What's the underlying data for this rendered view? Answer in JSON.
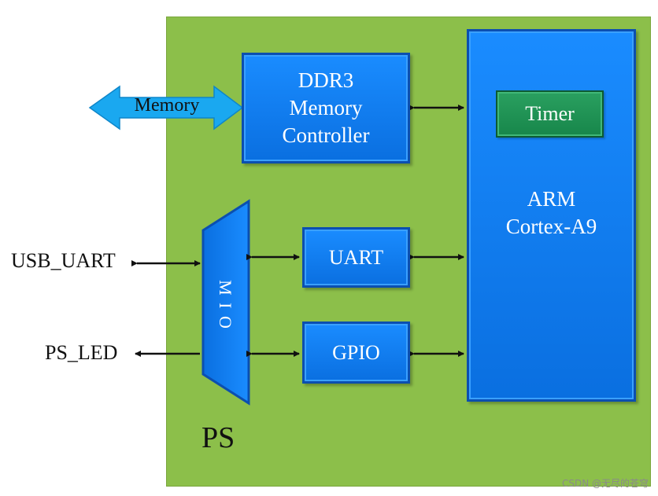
{
  "region": {
    "label": "PS"
  },
  "blocks": {
    "ddr3": {
      "line1": "DDR3",
      "line2": "Memory",
      "line3": "Controller"
    },
    "arm": {
      "line1": "ARM",
      "line2": "Cortex-A9"
    },
    "timer": {
      "label": "Timer"
    },
    "uart": {
      "label": "UART"
    },
    "gpio": {
      "label": "GPIO"
    },
    "mio": {
      "label": "M I O"
    }
  },
  "external": {
    "memory": "Memory",
    "usb_uart": "USB_UART",
    "ps_led": "PS_LED"
  },
  "watermark": "CSDN @无尽的苍穹",
  "colors": {
    "ps_region": "#8cbf4a",
    "block_blue": "#0a6fe0",
    "timer_green": "#17864a",
    "memory_arrow": "#1aa8f0"
  }
}
